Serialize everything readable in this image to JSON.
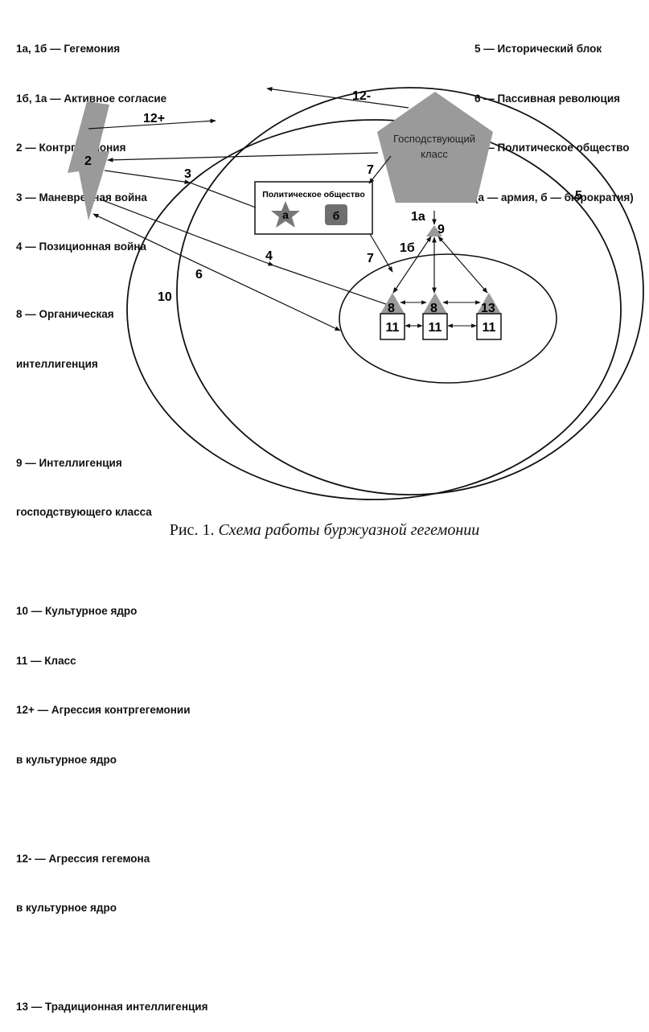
{
  "legend_left": [
    "1а, 1б — Гегемония",
    "1б, 1а — Активное согласие",
    "2 — Контргегемония",
    "3 — Маневренная война",
    "4 — Позиционная война"
  ],
  "legend_right": [
    "5 — Исторический блок",
    "6 — Пассивная революция",
    "7 — Политическое общество",
    "(а — армия, б — бюрократия)"
  ],
  "legend_bottom": [
    "8 — Органическая",
    "интеллигенция",
    "",
    "9 — Интеллигенция",
    "господствующего класса",
    "",
    "10 — Культурное ядро",
    "11 — Класс",
    "12+ — Агрессия контргегемонии",
    "в культурное ядро",
    "",
    "12- — Агрессия гегемона",
    "в культурное ядро",
    "",
    "13 — Традиционная интеллигенция"
  ],
  "diagram": {
    "ruling_class": [
      "Господствующий",
      "класс"
    ],
    "political_society_title": "Политическое общество",
    "army_letter": "а",
    "bureaucracy_letter": "б",
    "labels": {
      "counter_hegemony": "2",
      "l12plus": "12+",
      "l12minus": "12-",
      "l3": "3",
      "l4": "4",
      "l5": "5",
      "l6": "6",
      "l7a": "7",
      "l7b": "7",
      "l10": "10",
      "l1a": "1а",
      "l1b": "1б",
      "l9": "9",
      "l8a": "8",
      "l8b": "8",
      "l13": "13",
      "l11a": "11",
      "l11b": "11",
      "l11c": "11"
    }
  },
  "caption": {
    "prefix": "Рис. 1. ",
    "title": "Схема работы буржуазной гегемонии"
  },
  "colors": {
    "shape_fill": "#9a9a9a",
    "box_fill": "#6f6f6f",
    "line": "#111111"
  }
}
